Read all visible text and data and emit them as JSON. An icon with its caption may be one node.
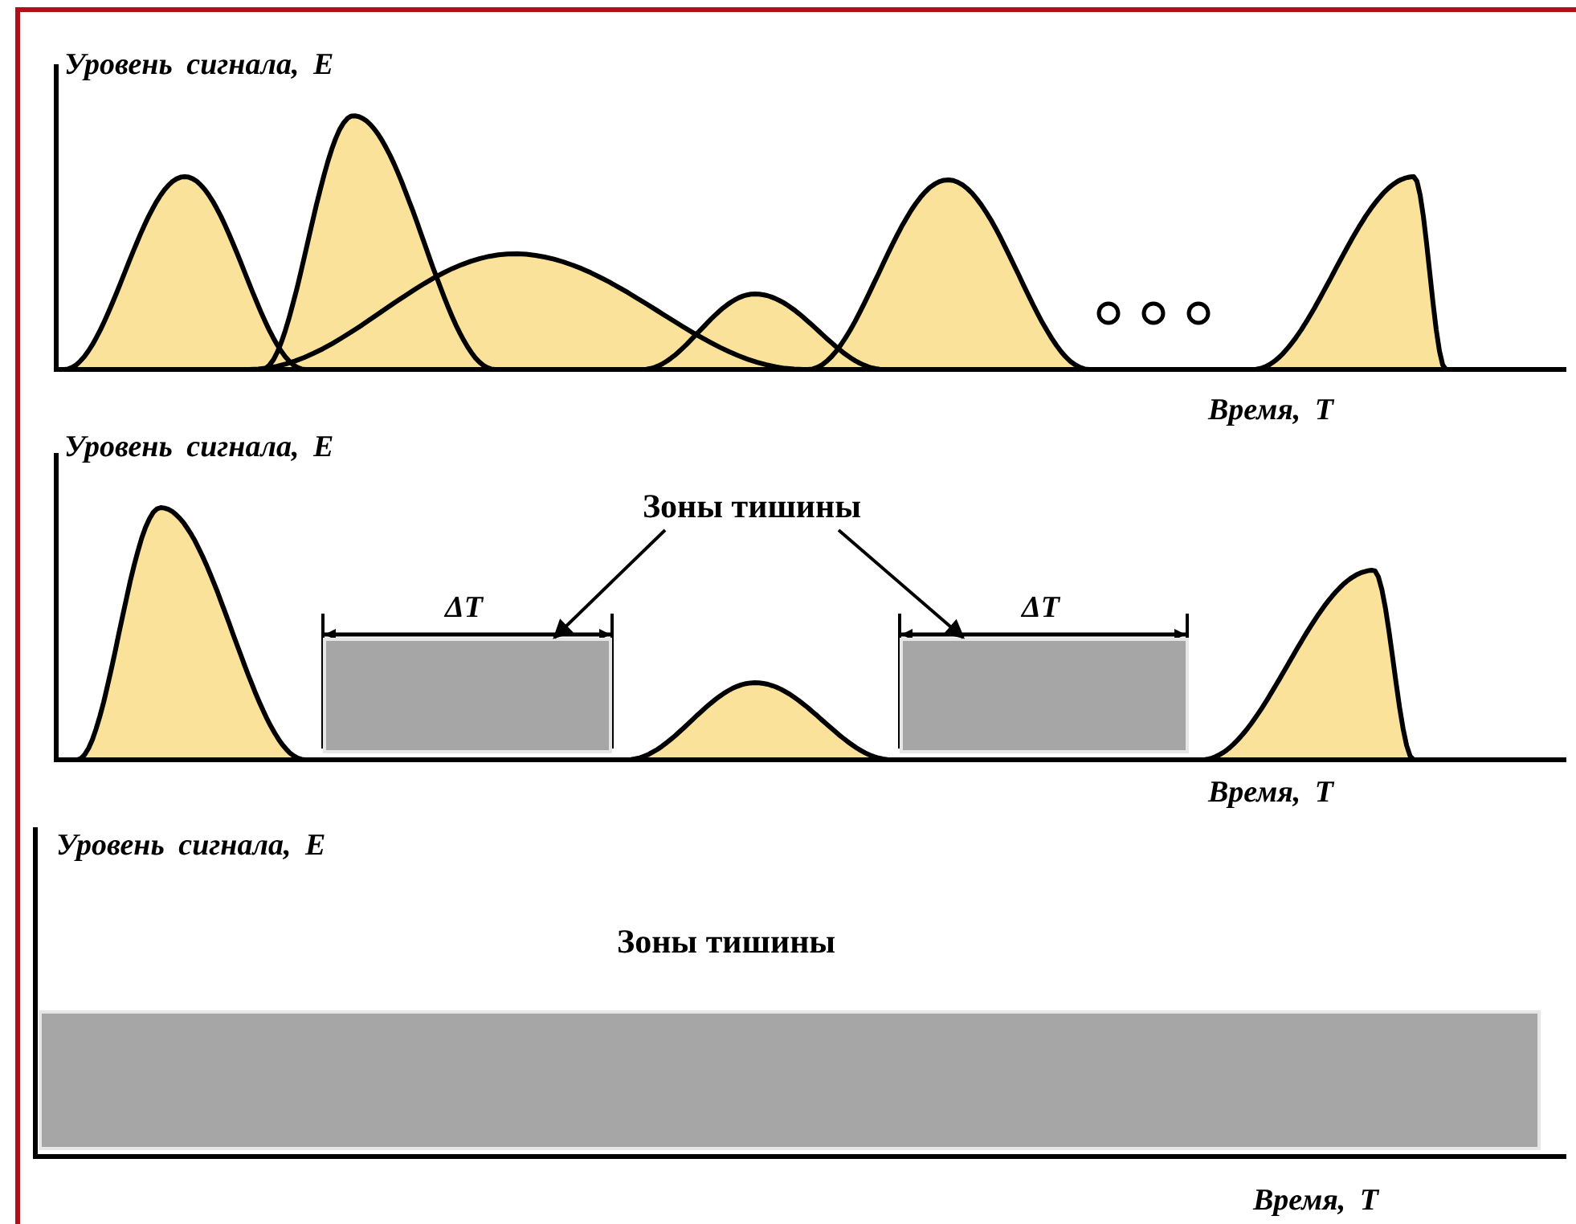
{
  "diagram": {
    "nodes": [
      {
        "text": [
          "Зоны тишины"
        ]
      },
      {
        "text": [],
        "shape": "box",
        "beside": [
          "ΔT"
        ]
      },
      {
        "text": [],
        "shape": "box",
        "beside": [
          "ΔT"
        ]
      },
      {
        "text": [],
        "shape": "box"
      }
    ],
    "edges": [
      {
        "from": 0,
        "to": 1,
        "arrow": "to"
      },
      {
        "from": 0,
        "to": 2,
        "arrow": "to"
      }
    ],
    "labels": [
      "Уровень сигнала, E",
      "Время, T",
      "Уровень сигнала, E",
      "Время, T",
      "Уровень сигнала, E",
      "Зоны тишины",
      "Время, T"
    ]
  }
}
